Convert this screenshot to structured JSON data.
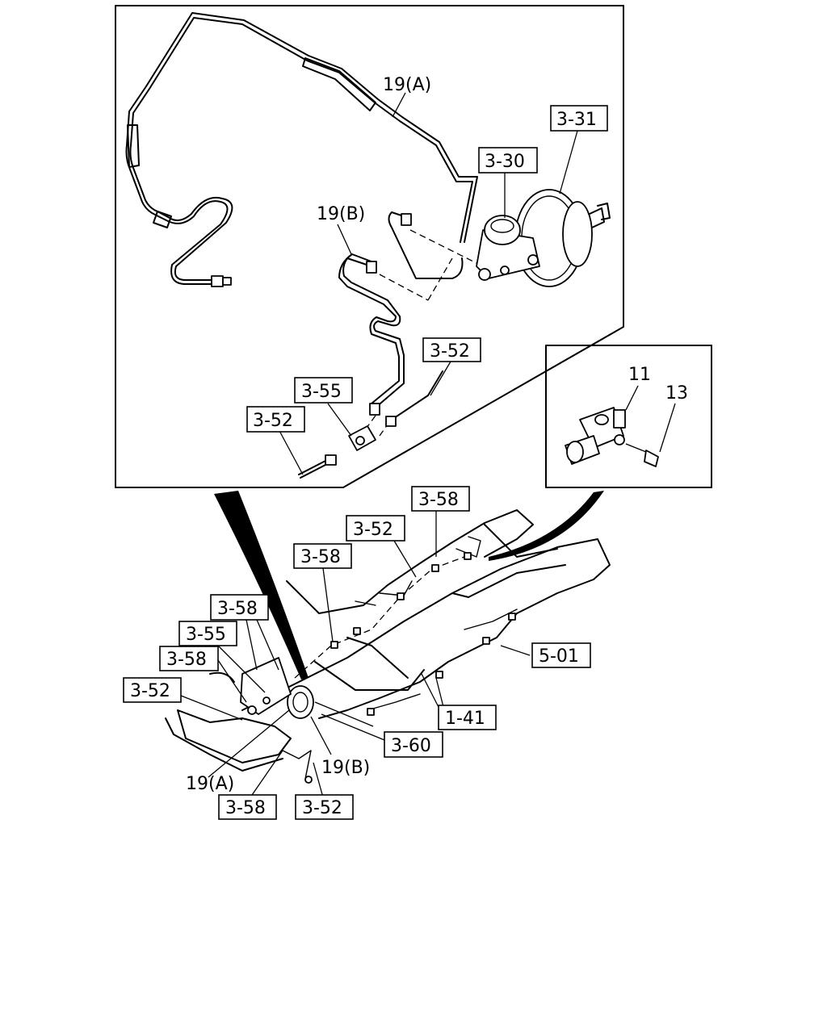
{
  "callouts": {
    "c_19a_top": "19(A)",
    "c_19b_top": "19(B)",
    "c_3_31": "3-31",
    "c_3_30": "3-30",
    "c_3_52_top_right": "3-52",
    "c_3_55_top": "3-55",
    "c_3_52_top_left": "3-52",
    "c_11": "11",
    "c_13": "13",
    "c_3_58_a": "3-58",
    "c_3_52_b": "3-52",
    "c_3_58_b": "3-58",
    "c_3_58_c": "3-58",
    "c_3_55_b": "3-55",
    "c_3_58_d": "3-58",
    "c_3_52_c": "3-52",
    "c_5_01": "5-01",
    "c_1_41": "1-41",
    "c_3_60": "3-60",
    "c_19a_bottom": "19(A)",
    "c_19b_bottom": "19(B)",
    "c_3_58_e": "3-58",
    "c_3_52_d": "3-52"
  }
}
